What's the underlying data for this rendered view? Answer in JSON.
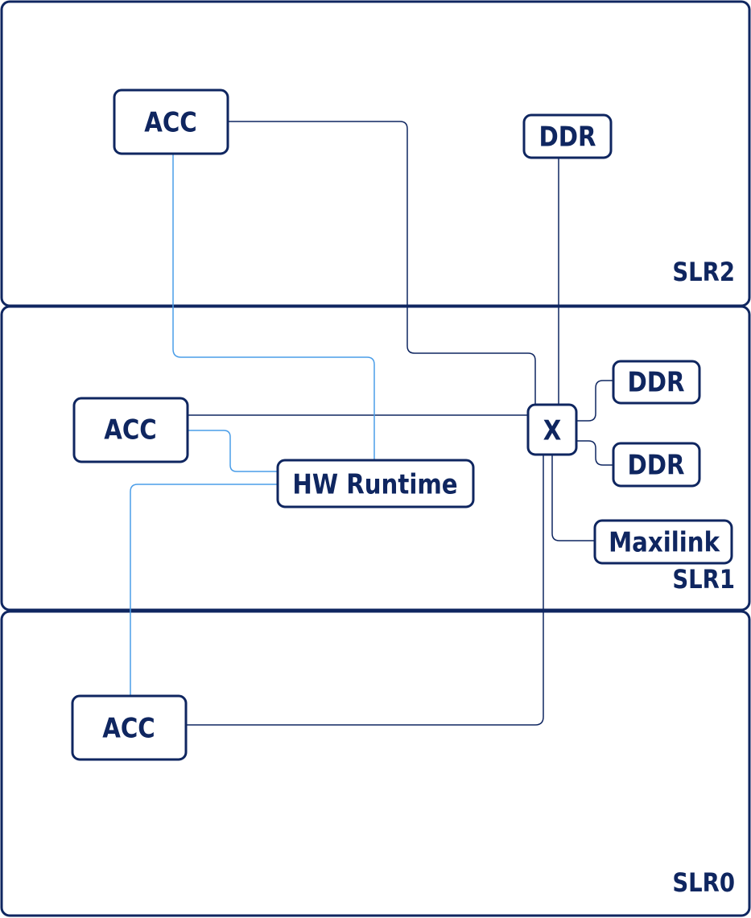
{
  "regions": {
    "slr2": {
      "label": "SLR2"
    },
    "slr1": {
      "label": "SLR1"
    },
    "slr0": {
      "label": "SLR0"
    }
  },
  "nodes": {
    "acc_slr2": {
      "label": "ACC"
    },
    "ddr_slr2": {
      "label": "DDR"
    },
    "acc_slr1": {
      "label": "ACC"
    },
    "hw_runtime": {
      "label": "HW Runtime"
    },
    "crossbar": {
      "label": "X"
    },
    "ddr_slr1_a": {
      "label": "DDR"
    },
    "ddr_slr1_b": {
      "label": "DDR"
    },
    "maxilink": {
      "label": "Maxilink"
    },
    "acc_slr0": {
      "label": "ACC"
    }
  },
  "colors": {
    "outline": "#0f2660",
    "control_link": "#4a9de8",
    "data_link": "#0f2660"
  },
  "connections": [
    {
      "from": "acc_slr2",
      "to": "crossbar",
      "type": "data"
    },
    {
      "from": "ddr_slr2",
      "to": "crossbar",
      "type": "data"
    },
    {
      "from": "acc_slr1",
      "to": "crossbar",
      "type": "data"
    },
    {
      "from": "crossbar",
      "to": "ddr_slr1_a",
      "type": "data"
    },
    {
      "from": "crossbar",
      "to": "ddr_slr1_b",
      "type": "data"
    },
    {
      "from": "crossbar",
      "to": "maxilink",
      "type": "data"
    },
    {
      "from": "acc_slr0",
      "to": "crossbar",
      "type": "data"
    },
    {
      "from": "acc_slr2",
      "to": "hw_runtime",
      "type": "control"
    },
    {
      "from": "acc_slr1",
      "to": "hw_runtime",
      "type": "control"
    },
    {
      "from": "acc_slr0",
      "to": "hw_runtime",
      "type": "control"
    }
  ]
}
